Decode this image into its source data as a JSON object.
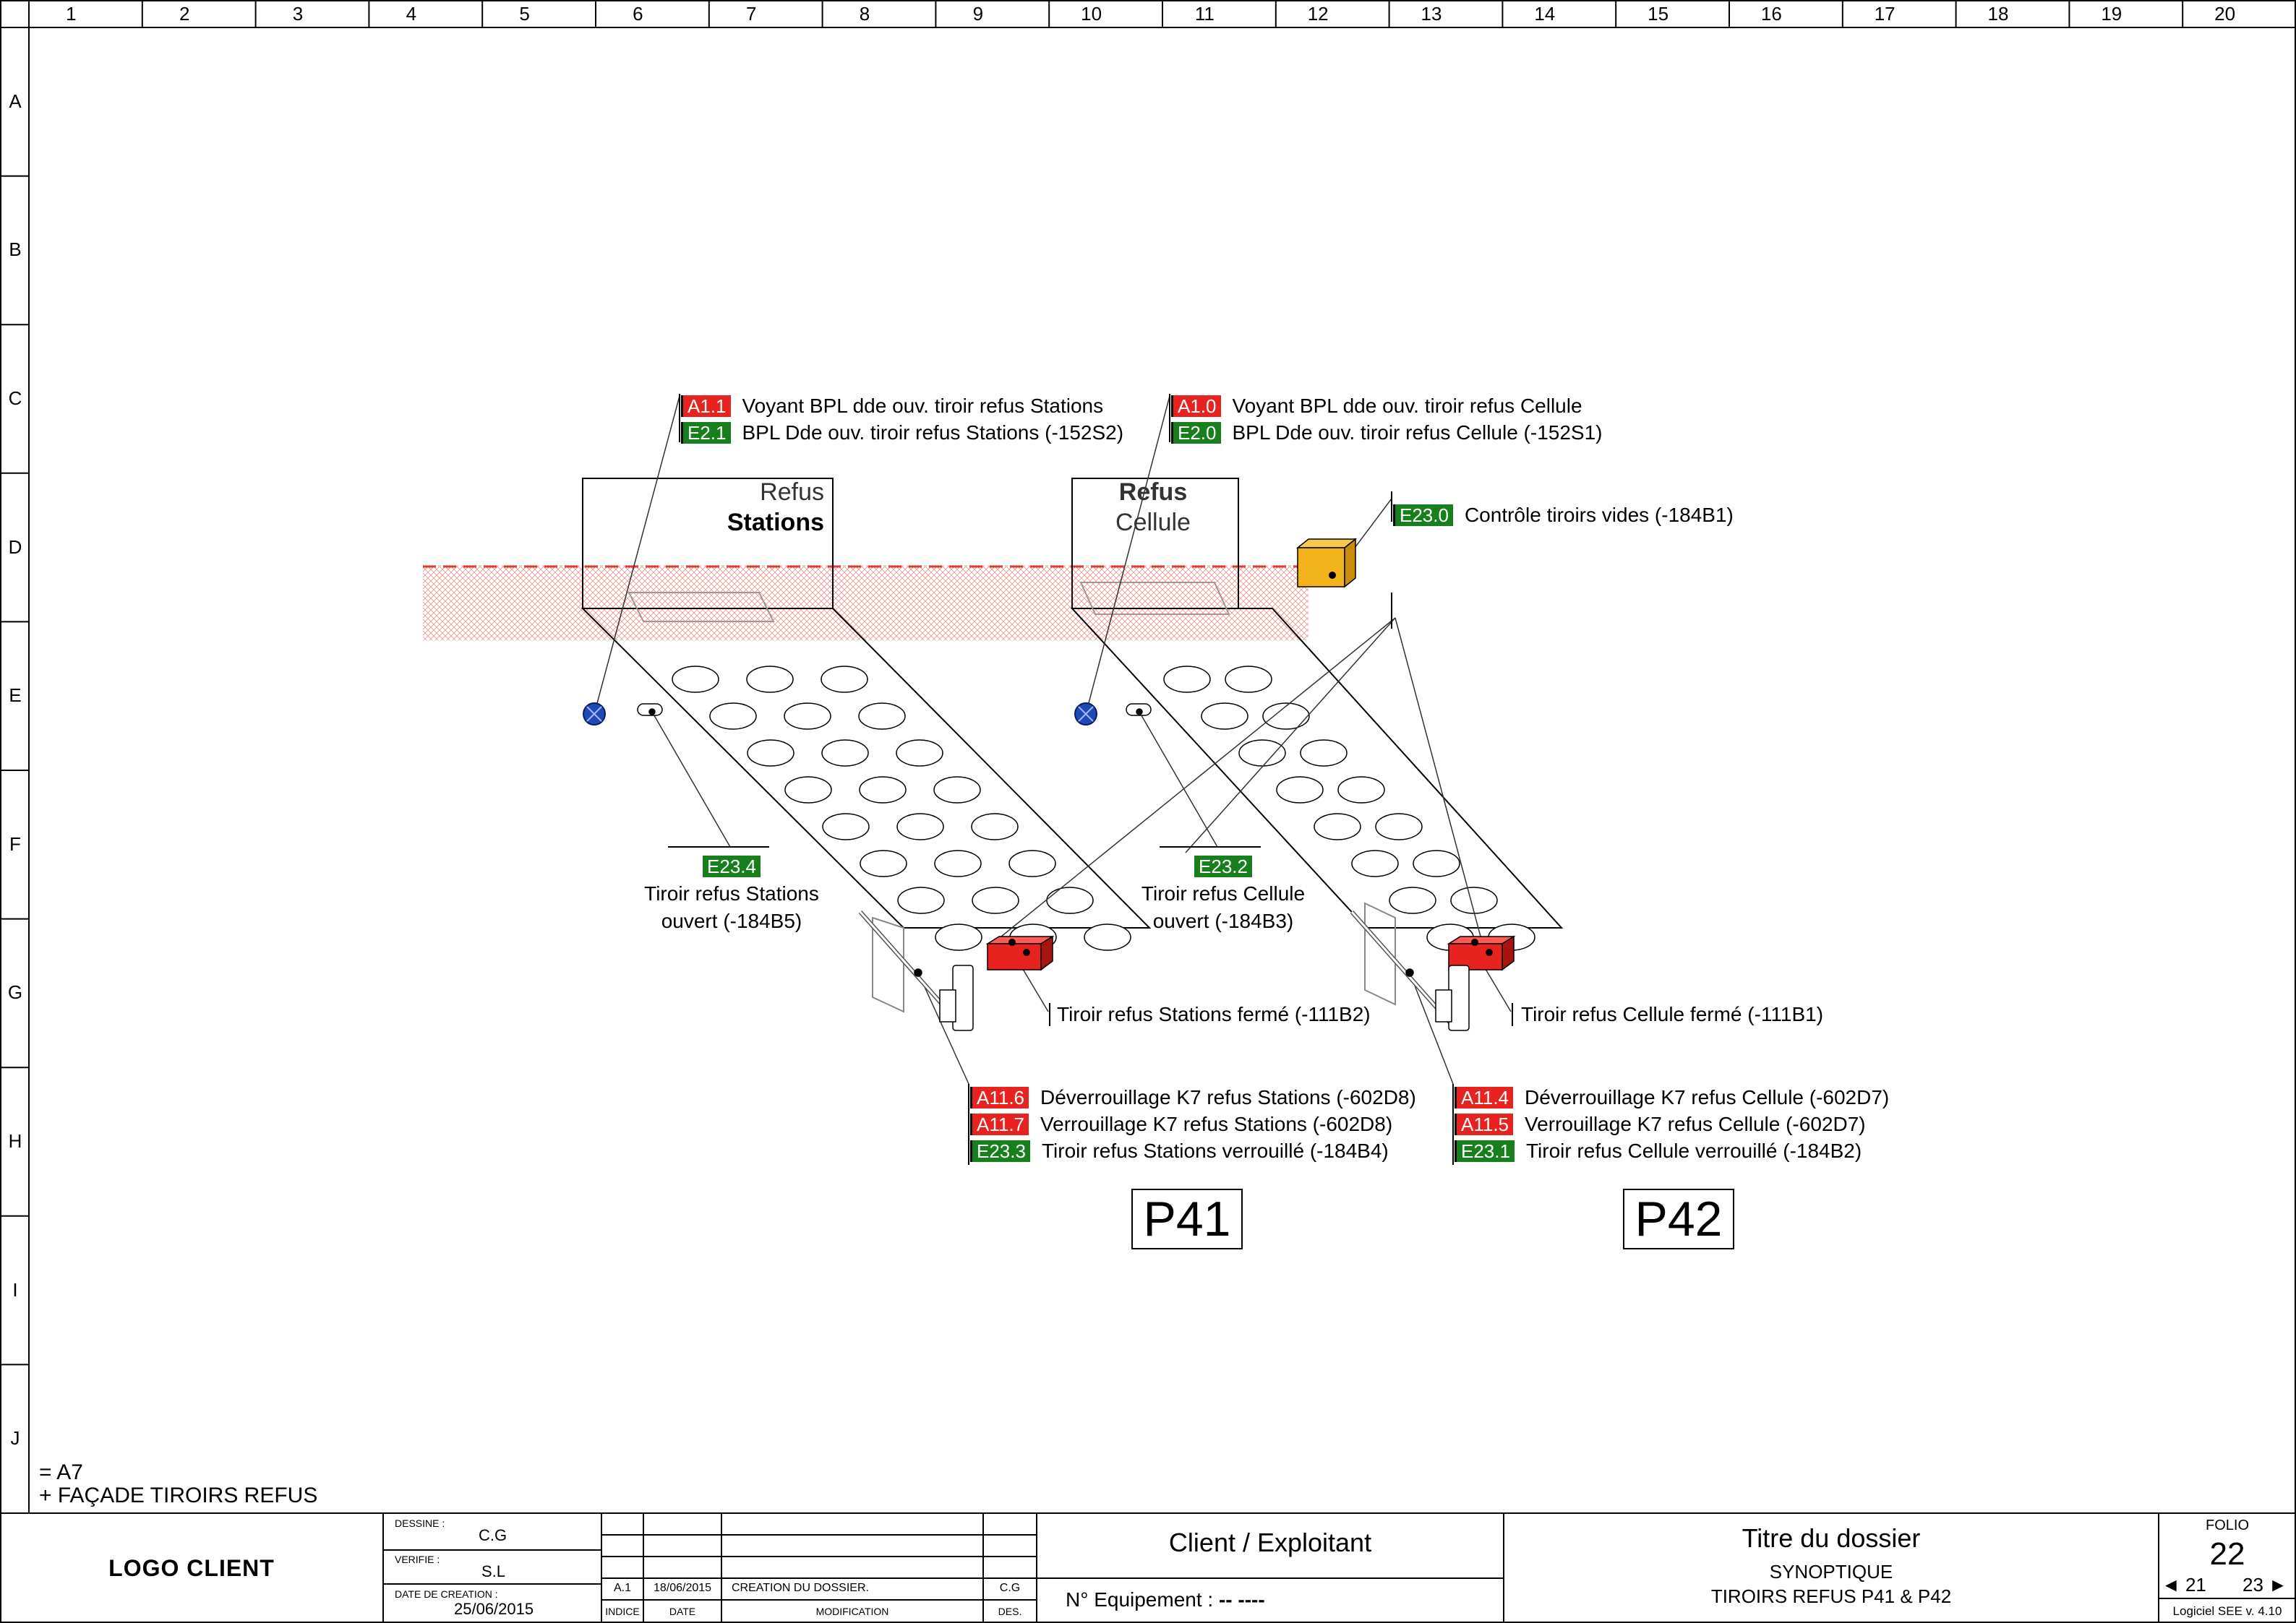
{
  "sheet": {
    "col_numbers": [
      "1",
      "2",
      "3",
      "4",
      "5",
      "6",
      "7",
      "8",
      "9",
      "10",
      "11",
      "12",
      "13",
      "14",
      "15",
      "16",
      "17",
      "18",
      "19",
      "20"
    ],
    "row_letters": [
      "A",
      "B",
      "C",
      "D",
      "E",
      "F",
      "G",
      "H",
      "I",
      "J"
    ]
  },
  "drawing": {
    "box_stations": {
      "line1": "Refus",
      "line2": "Stations"
    },
    "box_cellule": {
      "line1": "Refus",
      "line2": "Cellule"
    },
    "group_stations_top": [
      {
        "tag": "A1.1",
        "color": "red",
        "text": "Voyant BPL dde ouv. tiroir refus Stations"
      },
      {
        "tag": "E2.1",
        "color": "green",
        "text": "BPL Dde ouv. tiroir refus Stations (-152S2)"
      }
    ],
    "group_cellule_top": [
      {
        "tag": "A1.0",
        "color": "red",
        "text": "Voyant BPL dde ouv. tiroir refus Cellule"
      },
      {
        "tag": "E2.0",
        "color": "green",
        "text": "BPL Dde ouv. tiroir refus Cellule (-152S1)"
      }
    ],
    "controle": {
      "tag": "E23.0",
      "color": "green",
      "text": "Contrôle tiroirs vides (-184B1)"
    },
    "open_stations": {
      "tag": "E23.4",
      "line1": "Tiroir refus Stations",
      "line2": "ouvert (-184B5)"
    },
    "open_cellule": {
      "tag": "E23.2",
      "line1": "Tiroir refus Cellule",
      "line2": "ouvert (-184B3)"
    },
    "closed_stations": "Tiroir refus Stations fermé (-111B2)",
    "closed_cellule": "Tiroir refus Cellule fermé (-111B1)",
    "group_stations_lock": [
      {
        "tag": "A11.6",
        "color": "red",
        "text": "Déverrouillage K7 refus Stations (-602D8)"
      },
      {
        "tag": "A11.7",
        "color": "red",
        "text": "Verrouillage K7 refus Stations (-602D8)"
      },
      {
        "tag": "E23.3",
        "color": "green",
        "text": "Tiroir refus Stations verrouillé (-184B4)"
      }
    ],
    "group_cellule_lock": [
      {
        "tag": "A11.4",
        "color": "red",
        "text": "Déverrouillage K7 refus Cellule (-602D7)"
      },
      {
        "tag": "A11.5",
        "color": "red",
        "text": "Verrouillage K7 refus Cellule (-602D7)"
      },
      {
        "tag": "E23.1",
        "color": "green",
        "text": "Tiroir refus Cellule verrouillé (-184B2)"
      }
    ],
    "p41": "P41",
    "p42": "P42",
    "colors": {
      "red_tag": "#e8231f",
      "green_tag": "#17801d",
      "sensor_yellow": "#f2b21a",
      "lamp_blue": "#1f49b5",
      "hatch_red": "#e53935"
    }
  },
  "location": {
    "line1": "= A7",
    "line2": "+ FAÇADE TIROIRS REFUS"
  },
  "title_block": {
    "logo": "LOGO CLIENT",
    "dessine_label": "DESSINE :",
    "dessine": "C.G",
    "verifie_label": "VERIFIE :",
    "verifie": "S.L",
    "date_creation_label": "DATE DE CREATION :",
    "date_creation": "25/06/2015",
    "rev_indice": "A.1",
    "rev_date": "18/06/2015",
    "rev_modification": "CREATION DU DOSSIER.",
    "rev_des": "C.G",
    "hdr_indice": "INDICE",
    "hdr_date": "DATE",
    "hdr_modification": "MODIFICATION",
    "hdr_des": "DES.",
    "client": "Client / Exploitant",
    "equipement_label": "N° Equipement :",
    "equipement_value": "-- ----",
    "titre": "Titre du dossier",
    "subtitle1": "SYNOPTIQUE",
    "subtitle2": "TIROIRS REFUS P41 & P42",
    "folio_label": "FOLIO",
    "folio": "22",
    "prev": "◄ 21",
    "next": "23 ►",
    "software": "Logiciel SEE  v. 4.10"
  }
}
